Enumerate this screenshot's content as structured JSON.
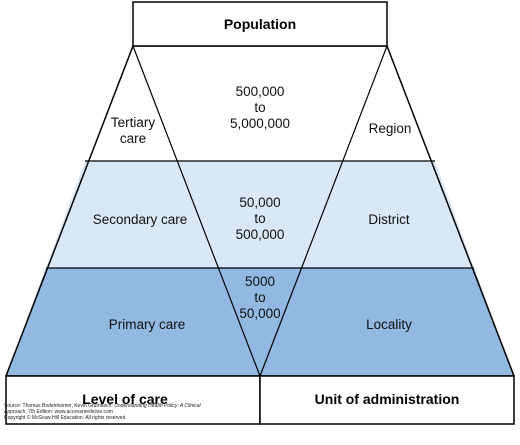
{
  "header": {
    "title": "Population"
  },
  "levels": [
    {
      "id": "tertiary",
      "care": [
        "Tertiary",
        "care"
      ],
      "population": [
        "500,000",
        "to",
        "5,000,000"
      ],
      "unit": "Region"
    },
    {
      "id": "secondary",
      "care": [
        "Secondary care"
      ],
      "population": [
        "50,000",
        "to",
        "500,000"
      ],
      "unit": "District"
    },
    {
      "id": "primary",
      "care": [
        "Primary care"
      ],
      "population": [
        "5000",
        "to",
        "50,000"
      ],
      "unit": "Locality"
    }
  ],
  "footer": {
    "left": "Level of care",
    "right": "Unit of administration"
  },
  "colors": {
    "tertiary": "#ffffff",
    "secondary": "#d9e8f7",
    "primary": "#92b9e2",
    "stroke": "#000000"
  },
  "source": {
    "line1_prefix": "Source: Thomas Bodenheimer, Kevin Grumbach: ",
    "line1_title": "Understanding Health Policy: A Clinical",
    "line2_title": "Approach",
    "line2_rest": ", 7th Edition: www.accessmedicine.com",
    "line3": "Copyright © McGraw-Hill Education. All rights reserved."
  }
}
